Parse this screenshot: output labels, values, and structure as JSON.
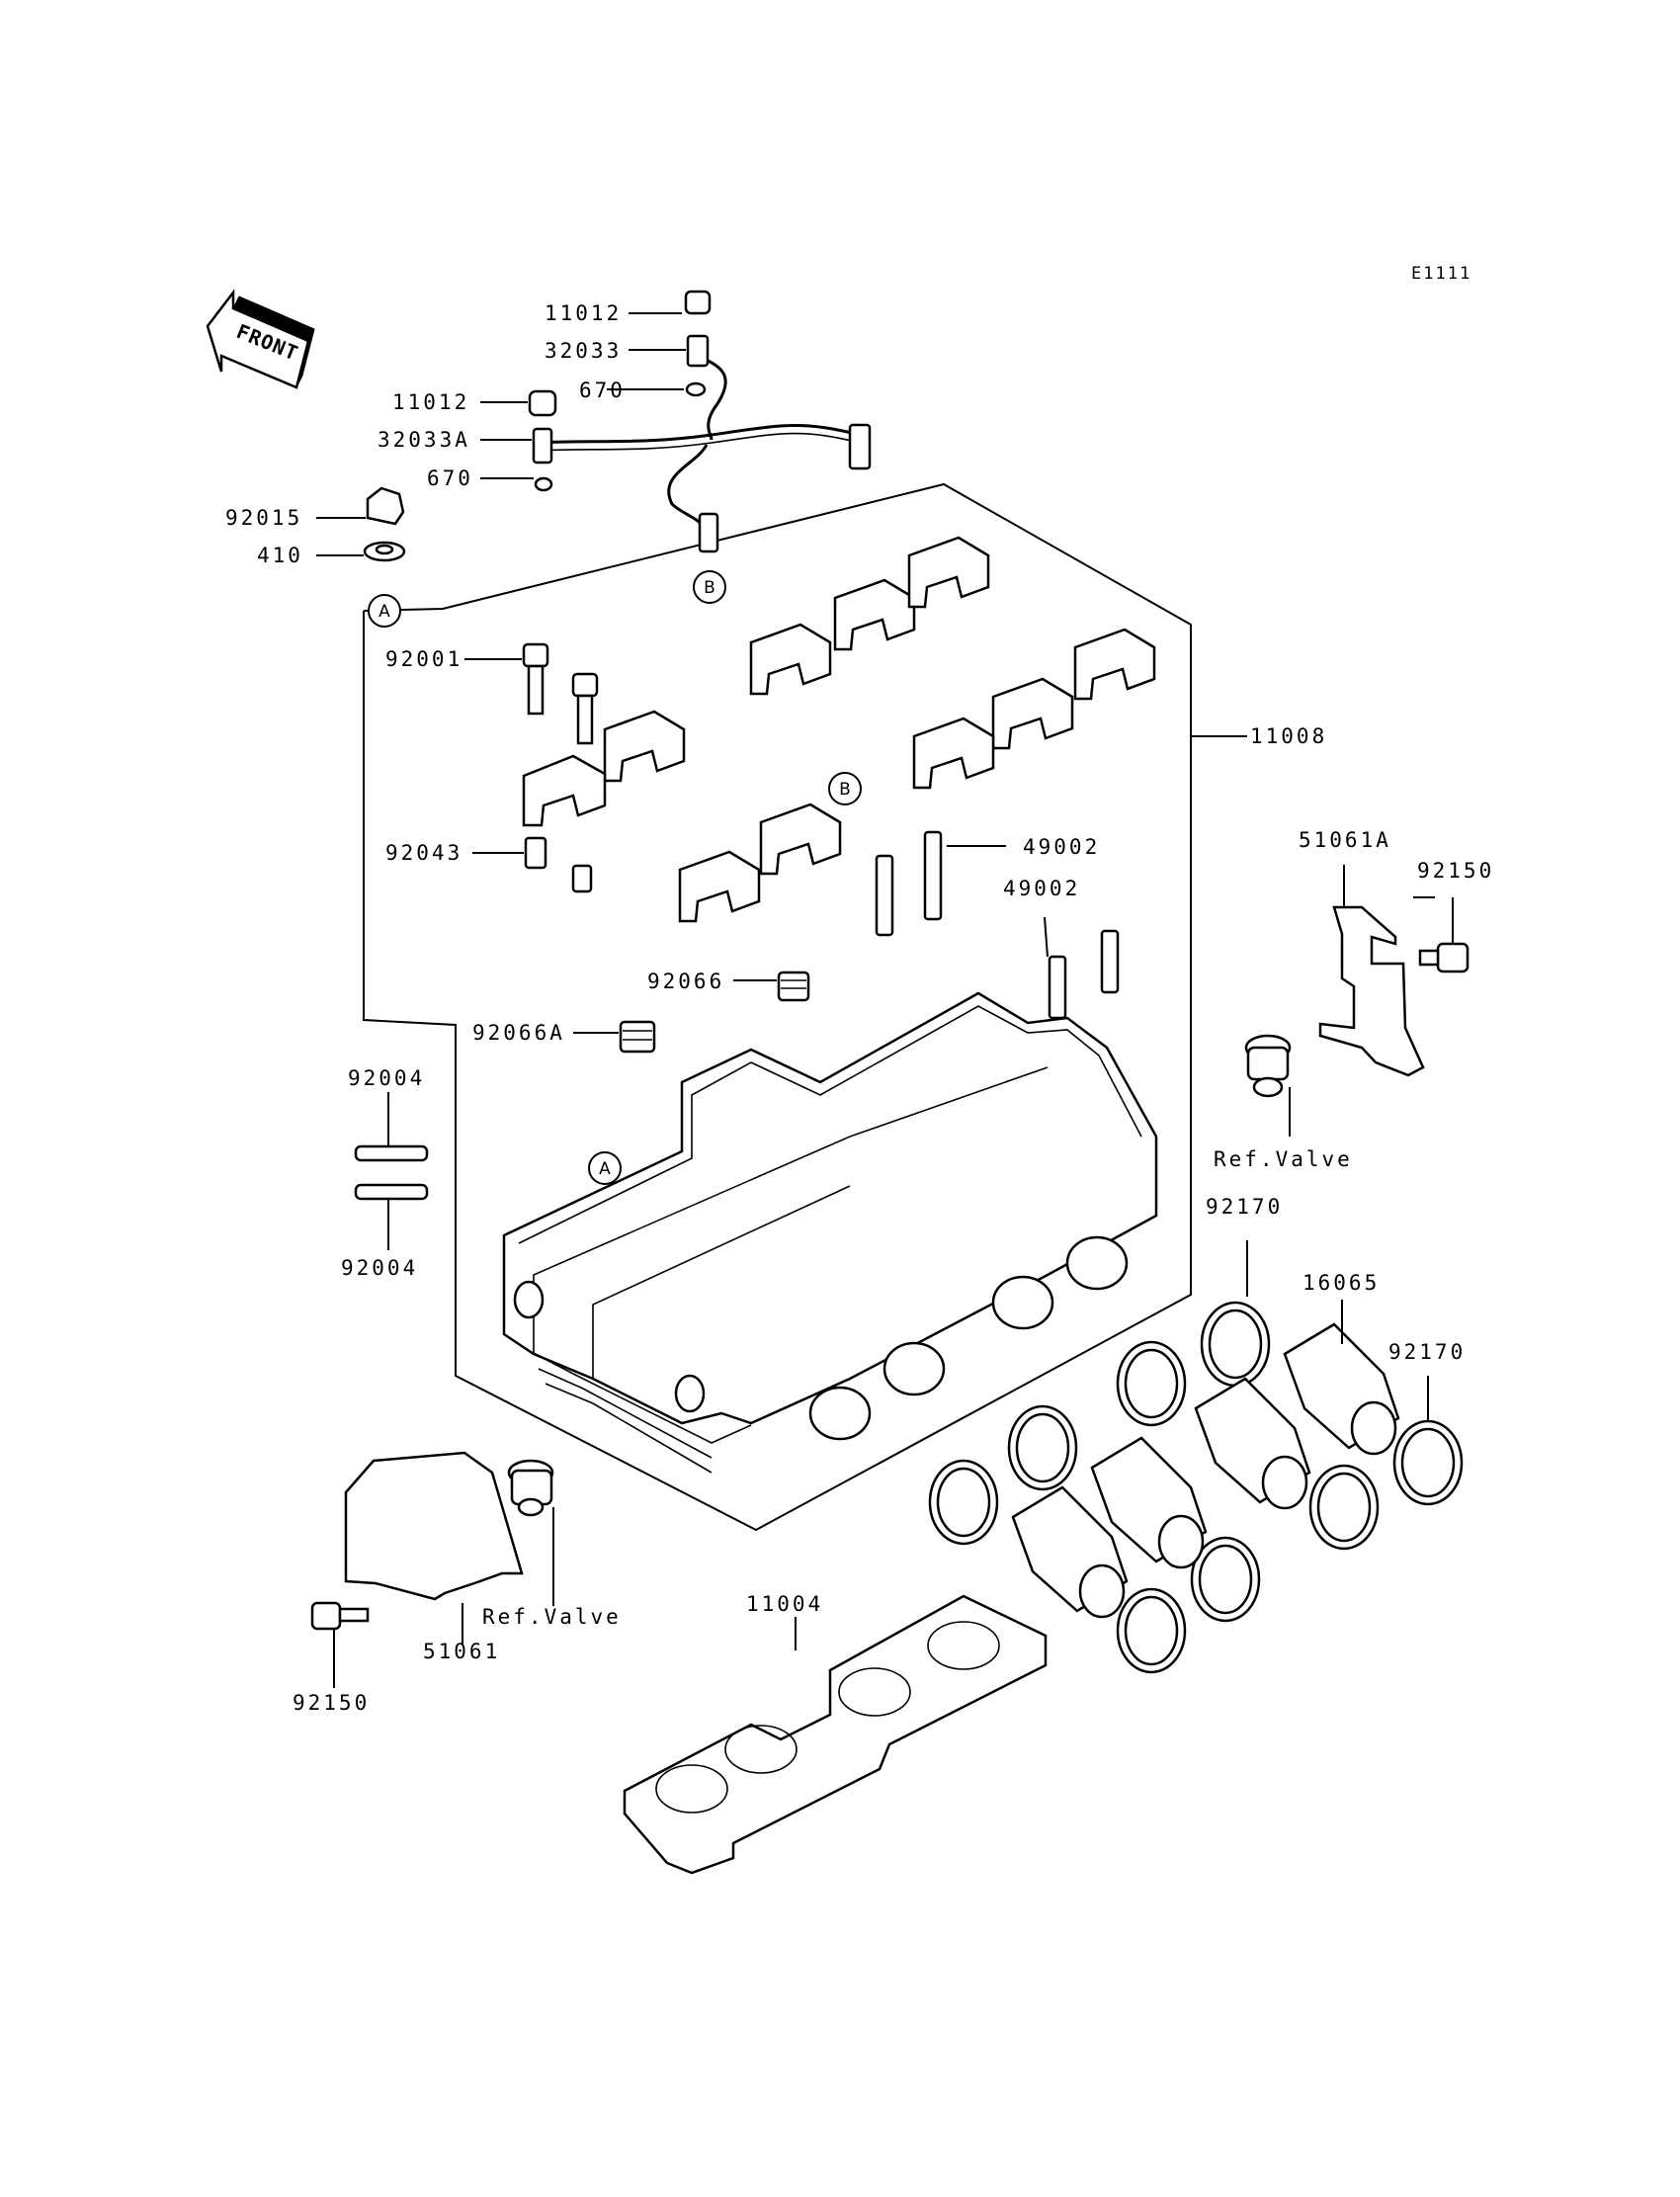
{
  "diagram_code": "E1111",
  "front_label": "FRONT",
  "ref_valve_label": "Ref.Valve",
  "callouts": {
    "a": "A",
    "b": "B"
  },
  "parts": {
    "p11012_top": "11012",
    "p32033": "32033",
    "p670_top": "670",
    "p11012_mid": "11012",
    "p32033A": "32033A",
    "p670_mid": "670",
    "p92015": "92015",
    "p410": "410",
    "p92001": "92001",
    "p92043": "92043",
    "p11008": "11008",
    "p49002_a": "49002",
    "p49002_b": "49002",
    "p51061A": "51061A",
    "p92150_right": "92150",
    "p92066": "92066",
    "p92066A": "92066A",
    "p92004_top": "92004",
    "p92004_bottom": "92004",
    "p92170_a": "92170",
    "p16065": "16065",
    "p92170_b": "92170",
    "p11004": "11004",
    "p51061": "51061",
    "p92150_left": "92150"
  }
}
